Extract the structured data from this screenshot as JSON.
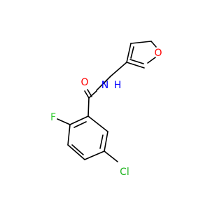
{
  "molecule": {
    "colors": {
      "bond": "#000000",
      "carbon_label": "#000000",
      "O": "#ff0000",
      "N": "#0000ff",
      "F": "#33cc33",
      "Cl": "#1fb51f"
    },
    "atom_labels": {
      "furan_oxygen": "O",
      "carbonyl_oxygen": "O",
      "amide_nitrogen": "N",
      "amide_hydrogen": "H",
      "fluorine": "F",
      "chlorine": "Cl"
    }
  }
}
